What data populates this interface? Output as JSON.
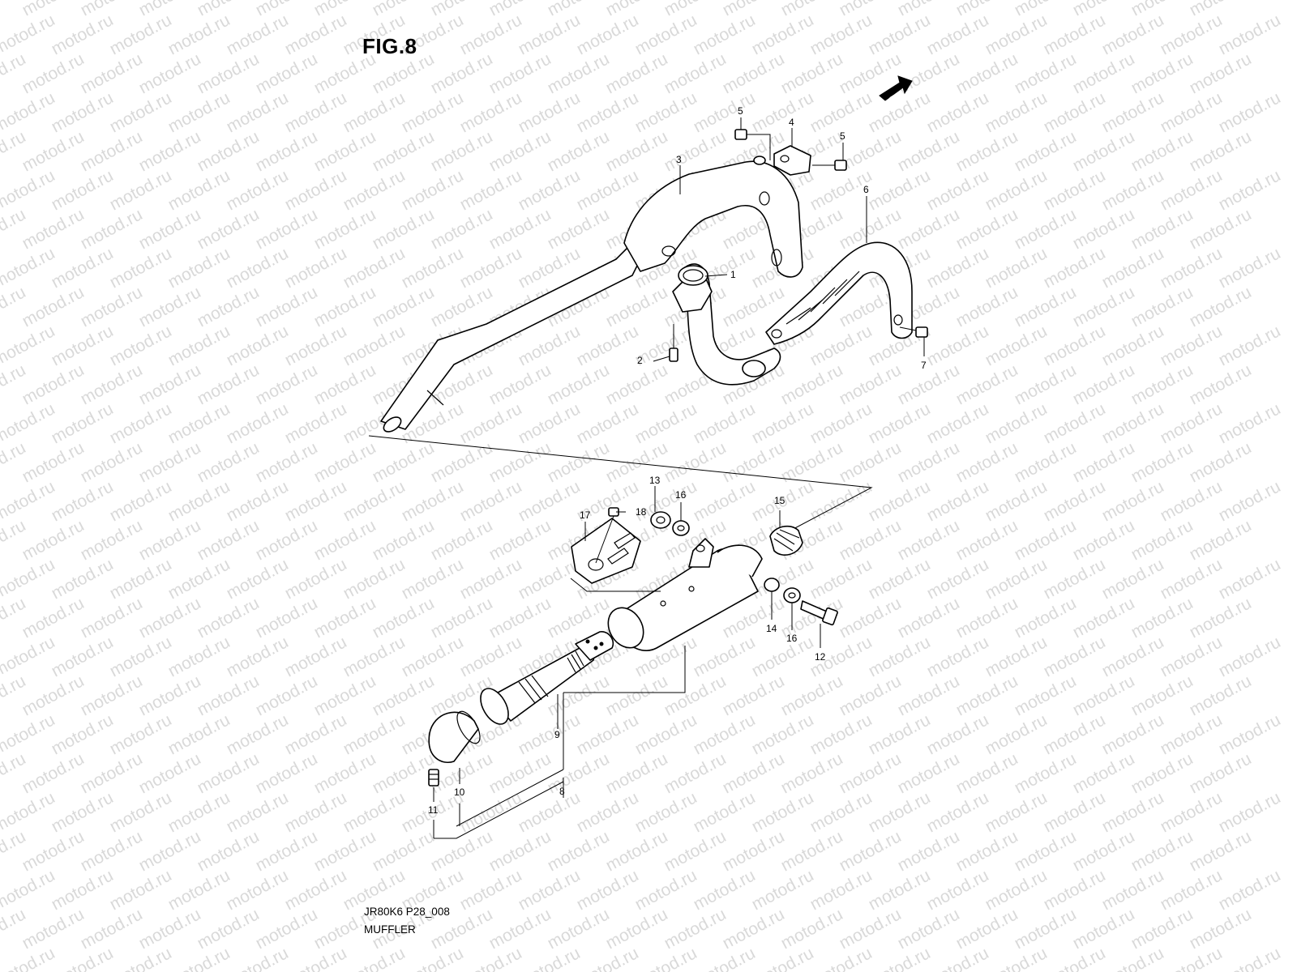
{
  "figure": {
    "title": "FIG.8",
    "model_code": "JR80K6 P28_008",
    "section_name": "MUFFLER"
  },
  "direction_badge": {
    "label": "FWD"
  },
  "watermark": {
    "text": "motod.ru"
  },
  "callouts": [
    {
      "id": "1",
      "label": "1"
    },
    {
      "id": "2",
      "label": "2"
    },
    {
      "id": "3",
      "label": "3"
    },
    {
      "id": "4",
      "label": "4"
    },
    {
      "id": "5a",
      "label": "5"
    },
    {
      "id": "5b",
      "label": "5"
    },
    {
      "id": "6",
      "label": "6"
    },
    {
      "id": "7",
      "label": "7"
    },
    {
      "id": "8",
      "label": "8"
    },
    {
      "id": "9",
      "label": "9"
    },
    {
      "id": "10",
      "label": "10"
    },
    {
      "id": "11",
      "label": "11"
    },
    {
      "id": "12",
      "label": "12"
    },
    {
      "id": "13",
      "label": "13"
    },
    {
      "id": "14",
      "label": "14"
    },
    {
      "id": "15",
      "label": "15"
    },
    {
      "id": "16a",
      "label": "16"
    },
    {
      "id": "16b",
      "label": "16"
    },
    {
      "id": "17",
      "label": "17"
    },
    {
      "id": "18",
      "label": "18"
    }
  ]
}
